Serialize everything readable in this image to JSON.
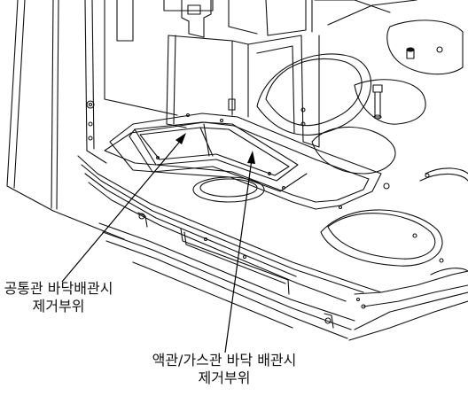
{
  "callouts": {
    "common_pipe": {
      "line1": "공통관 바닥배관시",
      "line2": "제거부위"
    },
    "liquid_gas_pipe": {
      "line1": "액관/가스관 바닥 배관시",
      "line2": "제거부위"
    }
  },
  "colors": {
    "line": "#111111",
    "background": "#ffffff",
    "callout_arrow": "#000000"
  }
}
